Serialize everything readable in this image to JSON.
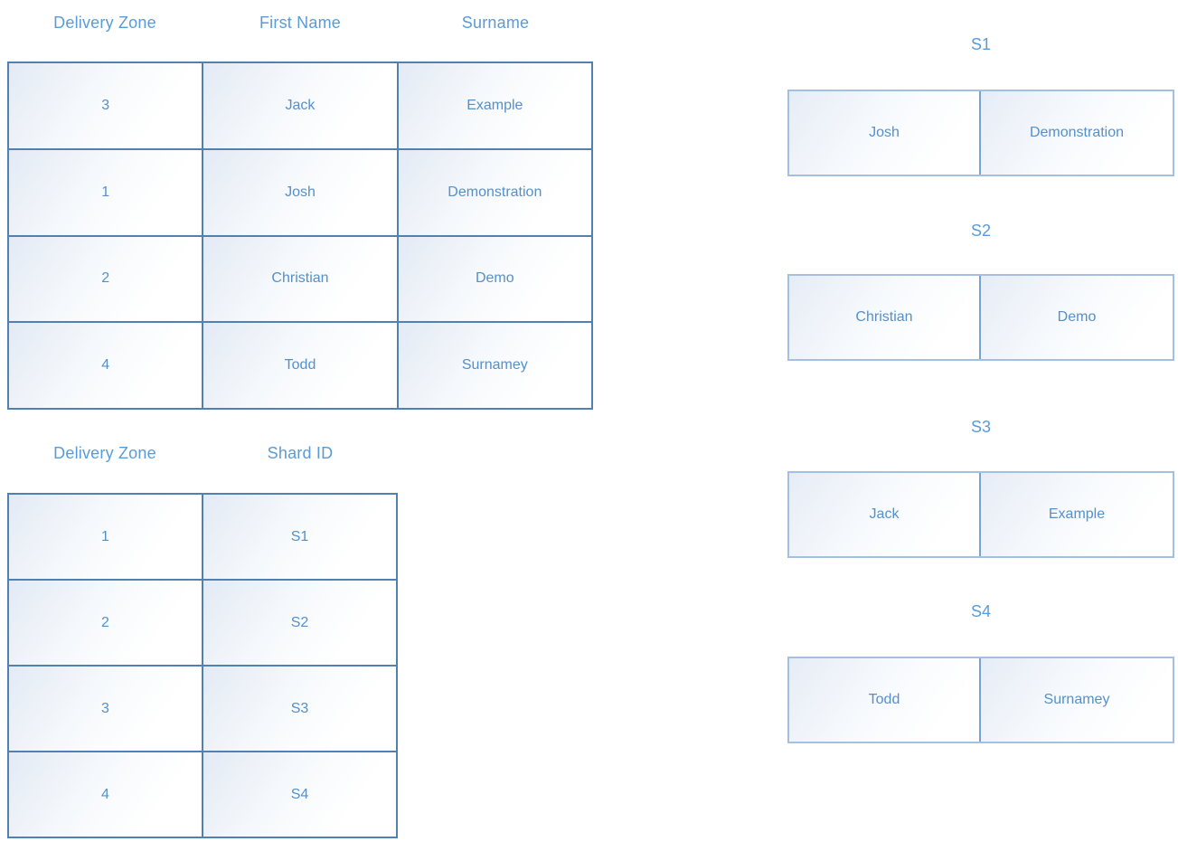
{
  "diagram": {
    "title": "database-sharding-diagram",
    "colors": {
      "label_text": "#5b9bd5",
      "cell_text": "#5590cb",
      "table_border": "#5181b2",
      "shard_border_outer": "#a3c0e2",
      "shard_border_divider": "#78a3cf",
      "cell_fill_start": "#e3eaf4",
      "cell_fill_end": "#ffffff"
    },
    "source_table": {
      "headers": [
        "Delivery Zone",
        "First Name",
        "Surname"
      ],
      "rows": [
        {
          "delivery_zone": "3",
          "first_name": "Jack",
          "surname": "Example"
        },
        {
          "delivery_zone": "1",
          "first_name": "Josh",
          "surname": "Demonstration"
        },
        {
          "delivery_zone": "2",
          "first_name": "Christian",
          "surname": "Demo"
        },
        {
          "delivery_zone": "4",
          "first_name": "Todd",
          "surname": "Surnamey"
        }
      ]
    },
    "lookup_table": {
      "headers": [
        "Delivery Zone",
        "Shard ID"
      ],
      "rows": [
        {
          "delivery_zone": "1",
          "shard_id": "S1"
        },
        {
          "delivery_zone": "2",
          "shard_id": "S2"
        },
        {
          "delivery_zone": "3",
          "shard_id": "S3"
        },
        {
          "delivery_zone": "4",
          "shard_id": "S4"
        }
      ]
    },
    "shards": [
      {
        "label": "S1",
        "first_name": "Josh",
        "surname": "Demonstration"
      },
      {
        "label": "S2",
        "first_name": "Christian",
        "surname": "Demo"
      },
      {
        "label": "S3",
        "first_name": "Jack",
        "surname": "Example"
      },
      {
        "label": "S4",
        "first_name": "Todd",
        "surname": "Surnamey"
      }
    ]
  }
}
